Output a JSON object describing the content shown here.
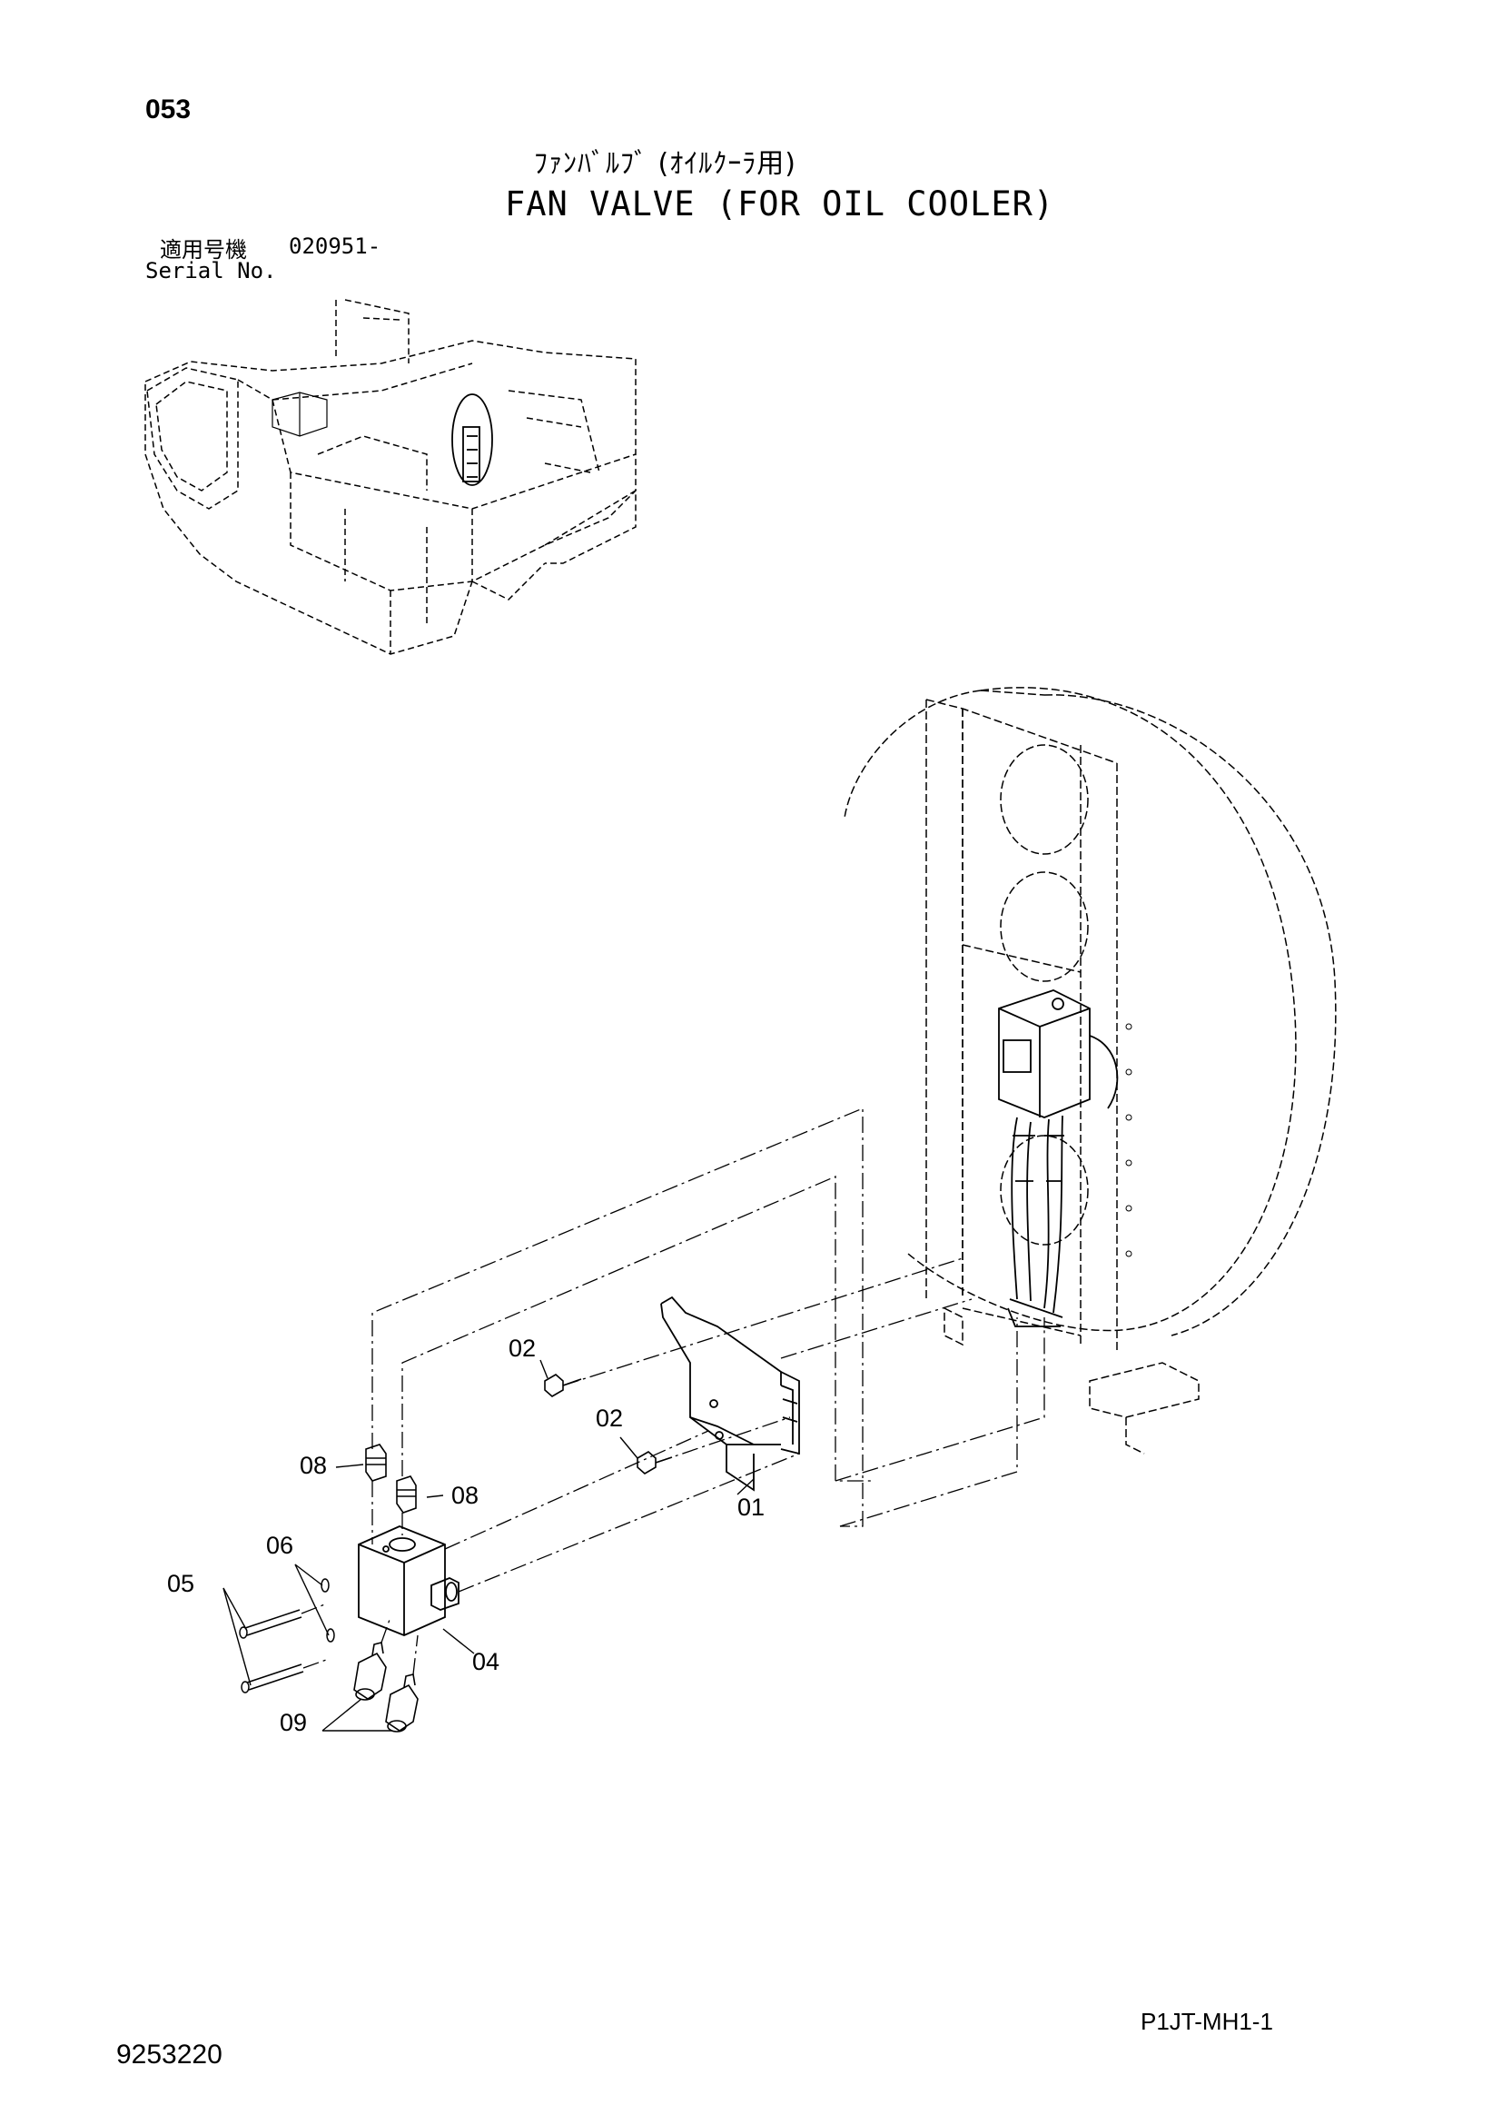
{
  "header": {
    "page_number": "053",
    "title_jp": "ﾌｧﾝﾊﾞﾙﾌﾞ (ｵｲﾙｸｰﾗ用)",
    "title_en": "FAN VALVE (FOR OIL COOLER)",
    "serial_label_jp": "適用号機",
    "serial_value": "020951-",
    "serial_label_en": "Serial No."
  },
  "callouts": [
    {
      "id": "01",
      "label": "01"
    },
    {
      "id": "02a",
      "label": "02"
    },
    {
      "id": "02b",
      "label": "02"
    },
    {
      "id": "04",
      "label": "04"
    },
    {
      "id": "05",
      "label": "05"
    },
    {
      "id": "06",
      "label": "06"
    },
    {
      "id": "08a",
      "label": "08"
    },
    {
      "id": "08b",
      "label": "08"
    },
    {
      "id": "09",
      "label": "09"
    }
  ],
  "footer": {
    "drawing_number": "9253220",
    "sheet_code": "P1JT-MH1-1"
  }
}
